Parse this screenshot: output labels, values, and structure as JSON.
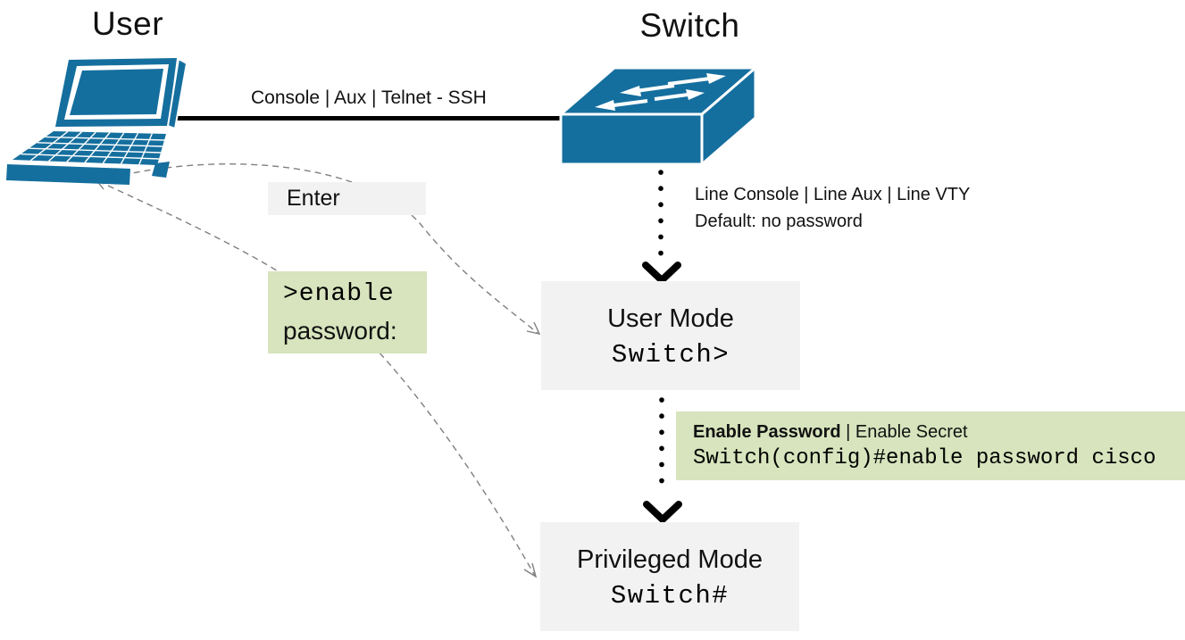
{
  "titles": {
    "user": "User",
    "switch": "Switch"
  },
  "connection": {
    "label": "Console | Aux | Telnet - SSH"
  },
  "line_info": {
    "line1": "Line Console | Line Aux | Line VTY",
    "line2": "Default: no password"
  },
  "enter_label": {
    "text": "Enter"
  },
  "enable_prompt": {
    "line1": ">enable",
    "line2": "password:"
  },
  "user_mode": {
    "title": "User Mode",
    "prompt": "Switch>"
  },
  "enable_box": {
    "bold": "Enable Password",
    "rest": " | Enable Secret",
    "command": "Switch(config)#enable password cisco"
  },
  "privileged_mode": {
    "title": "Privileged Mode",
    "prompt": "Switch#"
  },
  "icons": {
    "laptop": "laptop-icon",
    "switch": "switch-icon",
    "down_arrow": "down-chevron-icon"
  },
  "colors": {
    "device_blue": "#156f9e",
    "box_gray": "#f2f2f2",
    "box_green": "#d7e4bd",
    "arrow_gray": "#7f7f7f"
  }
}
